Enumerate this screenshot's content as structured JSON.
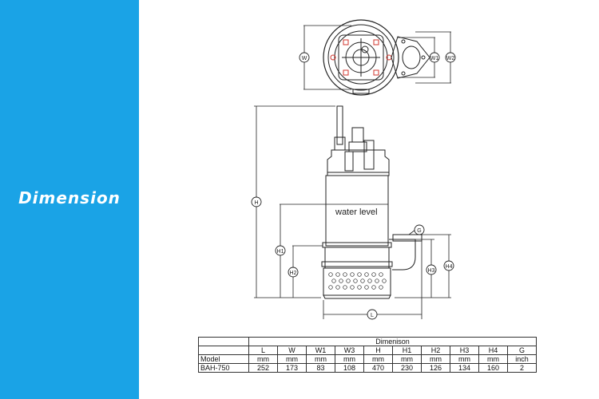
{
  "sidebar": {
    "title": "Dimension"
  },
  "diagram": {
    "water_level_label": "water level",
    "dimension_markers": [
      "W",
      "W1",
      "W2",
      "H",
      "H1",
      "H2",
      "H3",
      "H4",
      "G",
      "L"
    ]
  },
  "table": {
    "caption": "Dimenison",
    "columns": [
      "L",
      "W",
      "W1",
      "W3",
      "H",
      "H1",
      "H2",
      "H3",
      "H4",
      "G"
    ],
    "unit_row": {
      "label": "Model",
      "values": [
        "mm",
        "mm",
        "mm",
        "mm",
        "mm",
        "mm",
        "mm",
        "mm",
        "mm",
        "inch"
      ]
    },
    "rows": [
      {
        "model": "BAH-750",
        "values": [
          "252",
          "173",
          "83",
          "108",
          "470",
          "230",
          "126",
          "134",
          "160",
          "2"
        ]
      }
    ]
  },
  "colors": {
    "sidebar_bg": "#1aa3e6",
    "line": "#222222",
    "accent_red": "#d0342c"
  }
}
